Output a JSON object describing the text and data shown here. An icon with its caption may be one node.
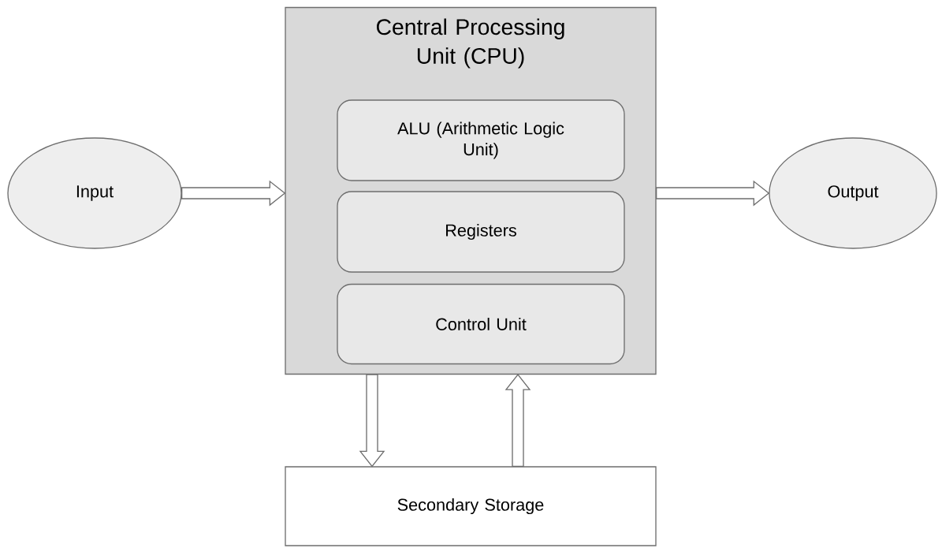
{
  "diagram": {
    "nodes": [
      {
        "text": [
          "Input"
        ]
      },
      {
        "text": [
          "Central Processing Unit (CPU)"
        ]
      },
      {
        "text": [
          "ALU (Arithmetic Logic Unit)"
        ],
        "in": 1
      },
      {
        "text": [
          "Registers"
        ],
        "in": 1
      },
      {
        "text": [
          "Control Unit"
        ],
        "in": 1
      },
      {
        "text": [
          "Output"
        ]
      },
      {
        "text": [
          "Secondary Storage"
        ]
      }
    ],
    "edges": [
      {
        "from": 0,
        "to": 1,
        "arrow": "to"
      },
      {
        "from": 1,
        "to": 5,
        "arrow": "to"
      },
      {
        "from": 1,
        "to": 6,
        "arrow": "to"
      },
      {
        "from": 6,
        "to": 1,
        "arrow": "to"
      }
    ]
  }
}
